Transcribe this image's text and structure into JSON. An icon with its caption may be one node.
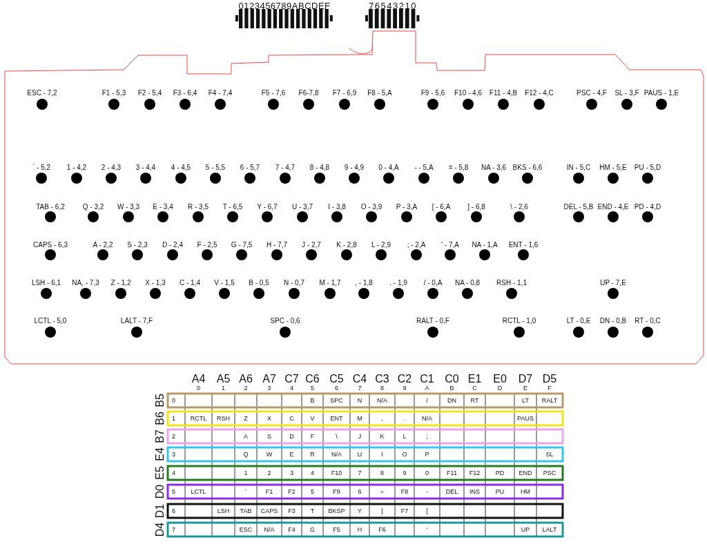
{
  "diagram": {
    "labels": [
      "0123456789ABCDEF",
      "76543210",
      "ESC - 7,2",
      "F1 - 5,3",
      "F2 - 5,4",
      "F3 - 6,4",
      "F4 - 7,4",
      "F5 - 7,6",
      "F6-7,8",
      "F7 - 6,9",
      "F8 - 5,A",
      "F9 - 5,6",
      "F10 - 4,6",
      "F11 - 4,B",
      "F12 - 4,C",
      "PSC - 4,F",
      "SL - 3,F",
      "PAUS - 1,E",
      "` - 5,2",
      "1 - 4,2",
      "2 - 4,3",
      "3 - 4,4",
      "4 - 4,5",
      "5 - 5,5",
      "6 - 5,7",
      "7 - 4,7",
      "8 - 4,8",
      "9 - 4,9",
      "0 - 4,A",
      "- - 5,A",
      "= - 5,8",
      "NA - 3,6",
      "BKS - 6,6",
      "IN - 5,C",
      "HM - 5,E",
      "PU - 5,D",
      "TAB - 6,2",
      "Q - 3,2",
      "W - 3,3",
      "E - 3,4",
      "R - 3,5",
      "T - 6,5",
      "Y - 6,7",
      "U - 3,7",
      "I - 3,8",
      "O - 3,9",
      "P - 3,A",
      "[ - 6,A",
      "] - 6,8",
      "\\ - 2,6",
      "DEL - 5,B",
      "END - 4,E",
      "PD - 4,D",
      "CAPS - 6,3",
      "A - 2,2",
      "S - 2,3",
      "D - 2,4",
      "F - 2,5",
      "G - 7,5",
      "H - 7,7",
      "J - 2,7",
      "K - 2,8",
      "L - 2,9",
      "; - 2,A",
      "' - 7,A",
      "NA - 1,A",
      "ENT - 1,6",
      "LSH - 6,1",
      "NA, - 7,3",
      "Z - 1,2",
      "X - 1,3",
      "C - 1,4",
      "V - 1,5",
      "B - 0,5",
      "N - 0,7",
      "M - 1,7",
      ", - 1,8",
      ". - 1,9",
      "/ - 0,A",
      "NA - 0,8",
      "RSH - 1,1",
      "UP - 7,E",
      "LCTL - 5,0",
      "LALT - 7,F",
      "SPC - 0,6",
      "RALT - 0,F",
      "RCTL - 1,0",
      "LT - 0,E",
      "DN - 0,B",
      "RT - 0,C",
      "A4",
      "A5",
      "A6",
      "A7",
      "C7",
      "C6",
      "C5",
      "C4",
      "C3",
      "C2",
      "C1",
      "C0",
      "E1",
      "E0",
      "D7",
      "D5",
      "0",
      "1",
      "2",
      "3",
      "4",
      "5",
      "6",
      "7",
      "8",
      "9",
      "A",
      "B",
      "C",
      "D",
      "E",
      "F",
      "B5",
      "0",
      "B",
      "SPC",
      "N",
      "N/A",
      "/",
      "DN",
      "RT",
      "LT",
      "RALT",
      "B6",
      "1",
      "RCTL",
      "RSH",
      "Z",
      "X",
      "C",
      "V",
      "ENT",
      "M",
      ",",
      ".",
      "N/A",
      "PAUS",
      "B7",
      "2",
      "A",
      "S",
      "D",
      "F",
      "\\",
      "J",
      "K",
      "L",
      ";",
      "E4",
      "3",
      "Q",
      "W",
      "E",
      "R",
      "N/A",
      "U",
      "I",
      "O",
      "P",
      "SL",
      "E5",
      "4",
      "1",
      "2",
      "3",
      "4",
      "F10",
      "7",
      "8",
      "9",
      "0",
      "F11",
      "F12",
      "PD",
      "END",
      "PSC",
      "D0",
      "5",
      "LCTL",
      "`",
      "F1",
      "F2",
      "5",
      "F9",
      "6",
      "=",
      "F8",
      "-",
      "DEL",
      "INS",
      "PU",
      "HM",
      "D1",
      "6",
      "LSH",
      "TAB",
      "CAPS",
      "F3",
      "T",
      "BKSP",
      "Y",
      "]",
      "F7",
      "[",
      "D4",
      "7",
      "ESC",
      "N/A",
      "F4",
      "G",
      "F5",
      "H",
      "F6",
      "'",
      "UP",
      "LALT"
    ]
  }
}
